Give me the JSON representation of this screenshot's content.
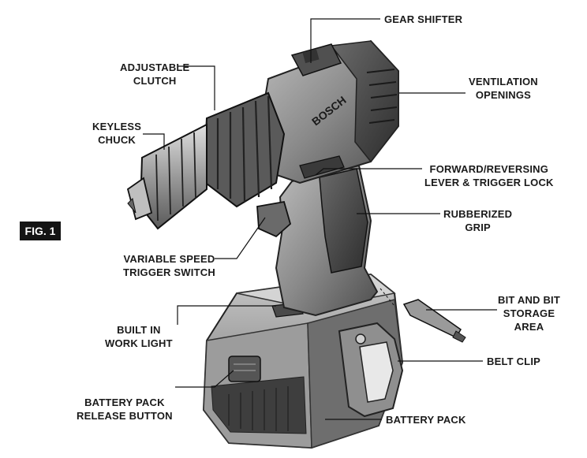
{
  "figure_label": "FIG. 1",
  "brand": "BOSCH",
  "labels": {
    "gear_shifter": "GEAR SHIFTER",
    "adjustable_clutch": [
      "ADJUSTABLE",
      "CLUTCH"
    ],
    "ventilation_openings": [
      "VENTILATION",
      "OPENINGS"
    ],
    "keyless_chuck": [
      "KEYLESS",
      "CHUCK"
    ],
    "forward_reversing": [
      "FORWARD/REVERSING",
      "LEVER & TRIGGER LOCK"
    ],
    "rubberized_grip": [
      "RUBBERIZED",
      "GRIP"
    ],
    "variable_speed": [
      "VARIABLE SPEED",
      "TRIGGER SWITCH"
    ],
    "bit_storage": [
      "BIT AND BIT",
      "STORAGE",
      "AREA"
    ],
    "work_light": [
      "BUILT IN",
      "WORK LIGHT"
    ],
    "belt_clip": "BELT CLIP",
    "battery_release": [
      "BATTERY PACK",
      "RELEASE BUTTON"
    ],
    "battery_pack": "BATTERY PACK"
  }
}
